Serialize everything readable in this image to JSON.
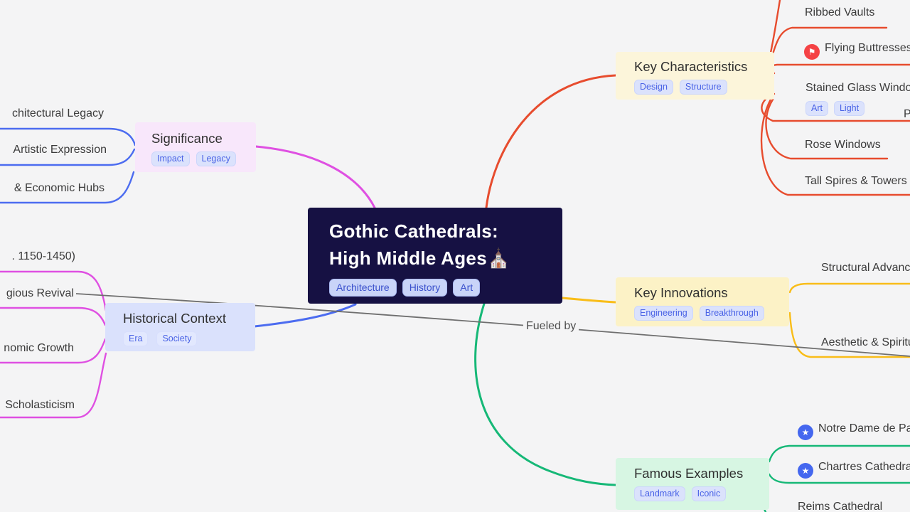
{
  "mindmap": {
    "root": {
      "title_line1": "Gothic Cathedrals:",
      "title_line2": "High Middle Ages⛪",
      "tags": [
        "Architecture",
        "History",
        "Art"
      ]
    },
    "branches": {
      "key_characteristics": {
        "title": "Key Characteristics",
        "tags": [
          "Design",
          "Structure"
        ],
        "children": [
          "Ribbed Vaults",
          "Flying Buttresses",
          "Stained Glass Windows",
          "Rose Windows",
          "Tall Spires & Towers"
        ],
        "stained_glass_tags": [
          "Art",
          "Light"
        ],
        "partial_edge_label": "P",
        "color": "#e74c2e",
        "node_bg": "#fcf5da"
      },
      "key_innovations": {
        "title": "Key Innovations",
        "tags": [
          "Engineering",
          "Breakthrough"
        ],
        "children": [
          "Structural Advancements",
          "Aesthetic & Spiritual"
        ],
        "color": "#f9bd19",
        "node_bg": "#fcf2c6"
      },
      "famous_examples": {
        "title": "Famous Examples",
        "tags": [
          "Landmark",
          "Iconic"
        ],
        "children": [
          "Notre Dame de Paris",
          "Chartres Cathedral",
          "Reims Cathedral"
        ],
        "color": "#16b877",
        "node_bg": "#d7f6e3"
      },
      "significance": {
        "title": "Significance",
        "tags": [
          "Impact",
          "Legacy"
        ],
        "children": [
          "chitectural Legacy",
          "Artistic Expression",
          "& Economic Hubs"
        ],
        "color": "#4c6cf0",
        "node_bg": "#f8e7fb"
      },
      "historical_context": {
        "title": "Historical Context",
        "tags": [
          "Era",
          "Society"
        ],
        "children": [
          ". 1150-1450)",
          "gious Revival",
          "nomic Growth",
          "Scholasticism"
        ],
        "color": "#df50e2",
        "node_bg": "#dae1fc"
      }
    },
    "edge_labels": {
      "fueled_by": "Fueled by"
    },
    "icons": {
      "flag": "⚑",
      "star": "★"
    },
    "colors": {
      "canvas_bg": "#f4f4f5",
      "root_bg": "#161143",
      "root_text": "#ffffff",
      "pill_bg": "#dbe2fc",
      "pill_text": "#4a63e6",
      "cross_link": "#6f6f6f",
      "flag_icon_bg": "#f54245",
      "star_icon_bg": "#4467ef"
    }
  }
}
